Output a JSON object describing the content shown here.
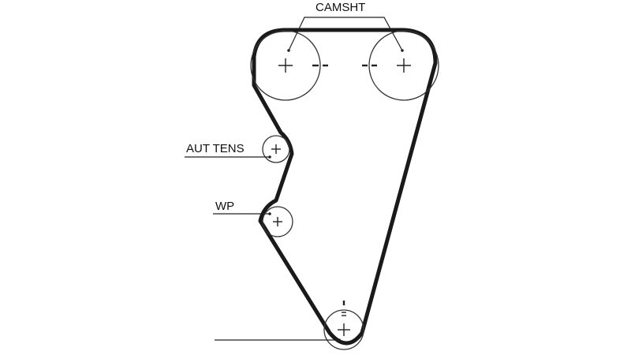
{
  "labels": {
    "camshaft": "CAMSHT",
    "tensioner": "AUT TENS",
    "water_pump": "WP"
  },
  "colors": {
    "belt": "#1a1a1a",
    "line": "#222222",
    "background": "#ffffff"
  }
}
